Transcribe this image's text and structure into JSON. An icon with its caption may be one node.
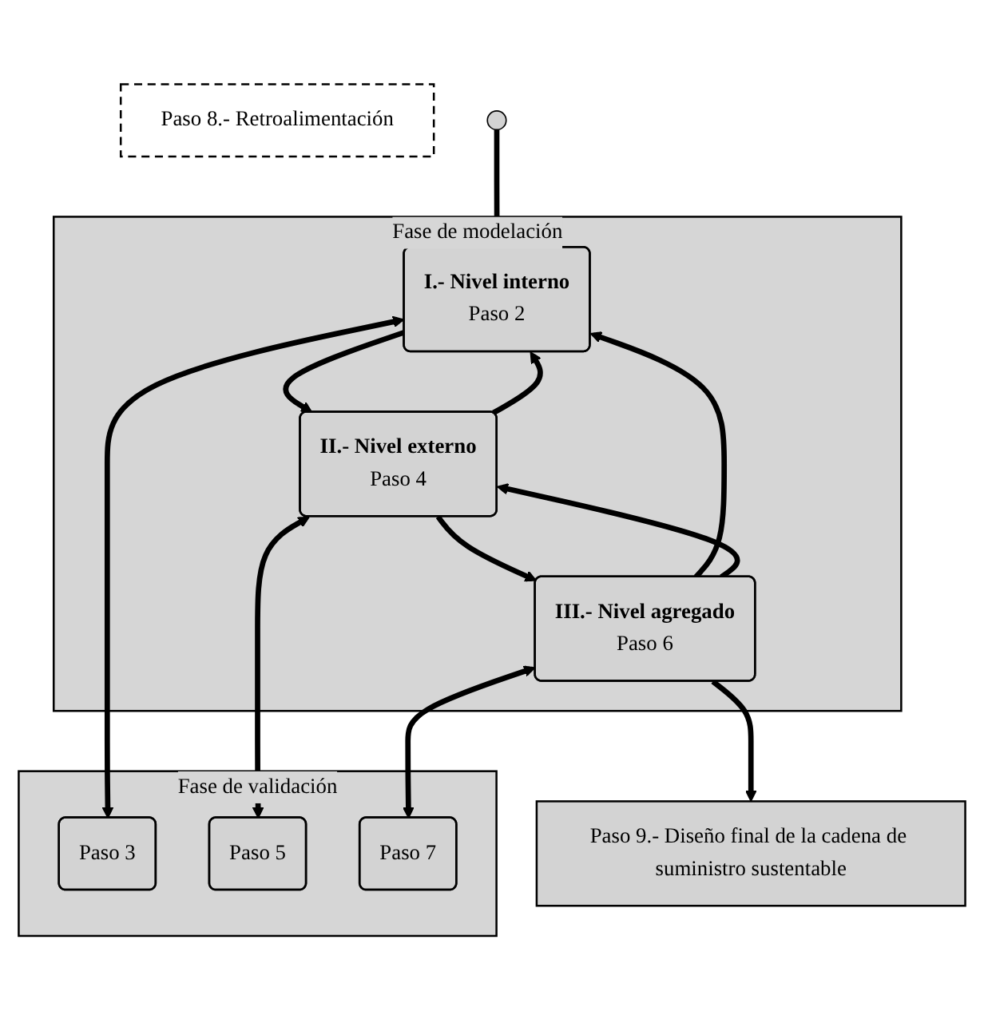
{
  "diagram": {
    "nodes": [
      {
        "text": [
          "Fase de modelación"
        ]
      },
      {
        "text": [
          "Fase de validación"
        ]
      },
      {
        "text": [
          "I.- Nivel interno",
          "Paso 2"
        ],
        "in": 0
      },
      {
        "text": [
          "Paso 3"
        ],
        "in": 1
      },
      {
        "text": [
          "II.- Nivel externo",
          "Paso 4"
        ],
        "in": 0
      },
      {
        "text": [
          "Paso 5"
        ],
        "in": 1
      },
      {
        "text": [
          "III.- Nivel agregado",
          "Paso 6"
        ],
        "in": 0
      },
      {
        "text": [
          "Paso 7"
        ],
        "in": 1
      },
      {
        "text": [
          "Paso 8.- Retroalimentación"
        ]
      },
      {
        "text": [
          "Paso 9.- Diseño final de la cadena de suministro sustentable"
        ]
      }
    ],
    "edges": [
      {
        "from": null,
        "to": 2,
        "arrow": "to"
      },
      {
        "from": 2,
        "to": 3,
        "arrow": "both"
      },
      {
        "from": 2,
        "to": 4,
        "arrow": "to"
      },
      {
        "from": 4,
        "to": 5,
        "arrow": "both"
      },
      {
        "from": 4,
        "to": 6,
        "arrow": "to"
      },
      {
        "from": 6,
        "to": 7,
        "arrow": "both"
      },
      {
        "from": 6,
        "to": 9,
        "arrow": "to"
      },
      {
        "from": 6,
        "to": 2,
        "arrow": "to"
      },
      {
        "from": 6,
        "to": 4,
        "arrow": "to"
      },
      {
        "from": 4,
        "to": 2,
        "arrow": "to"
      }
    ]
  }
}
